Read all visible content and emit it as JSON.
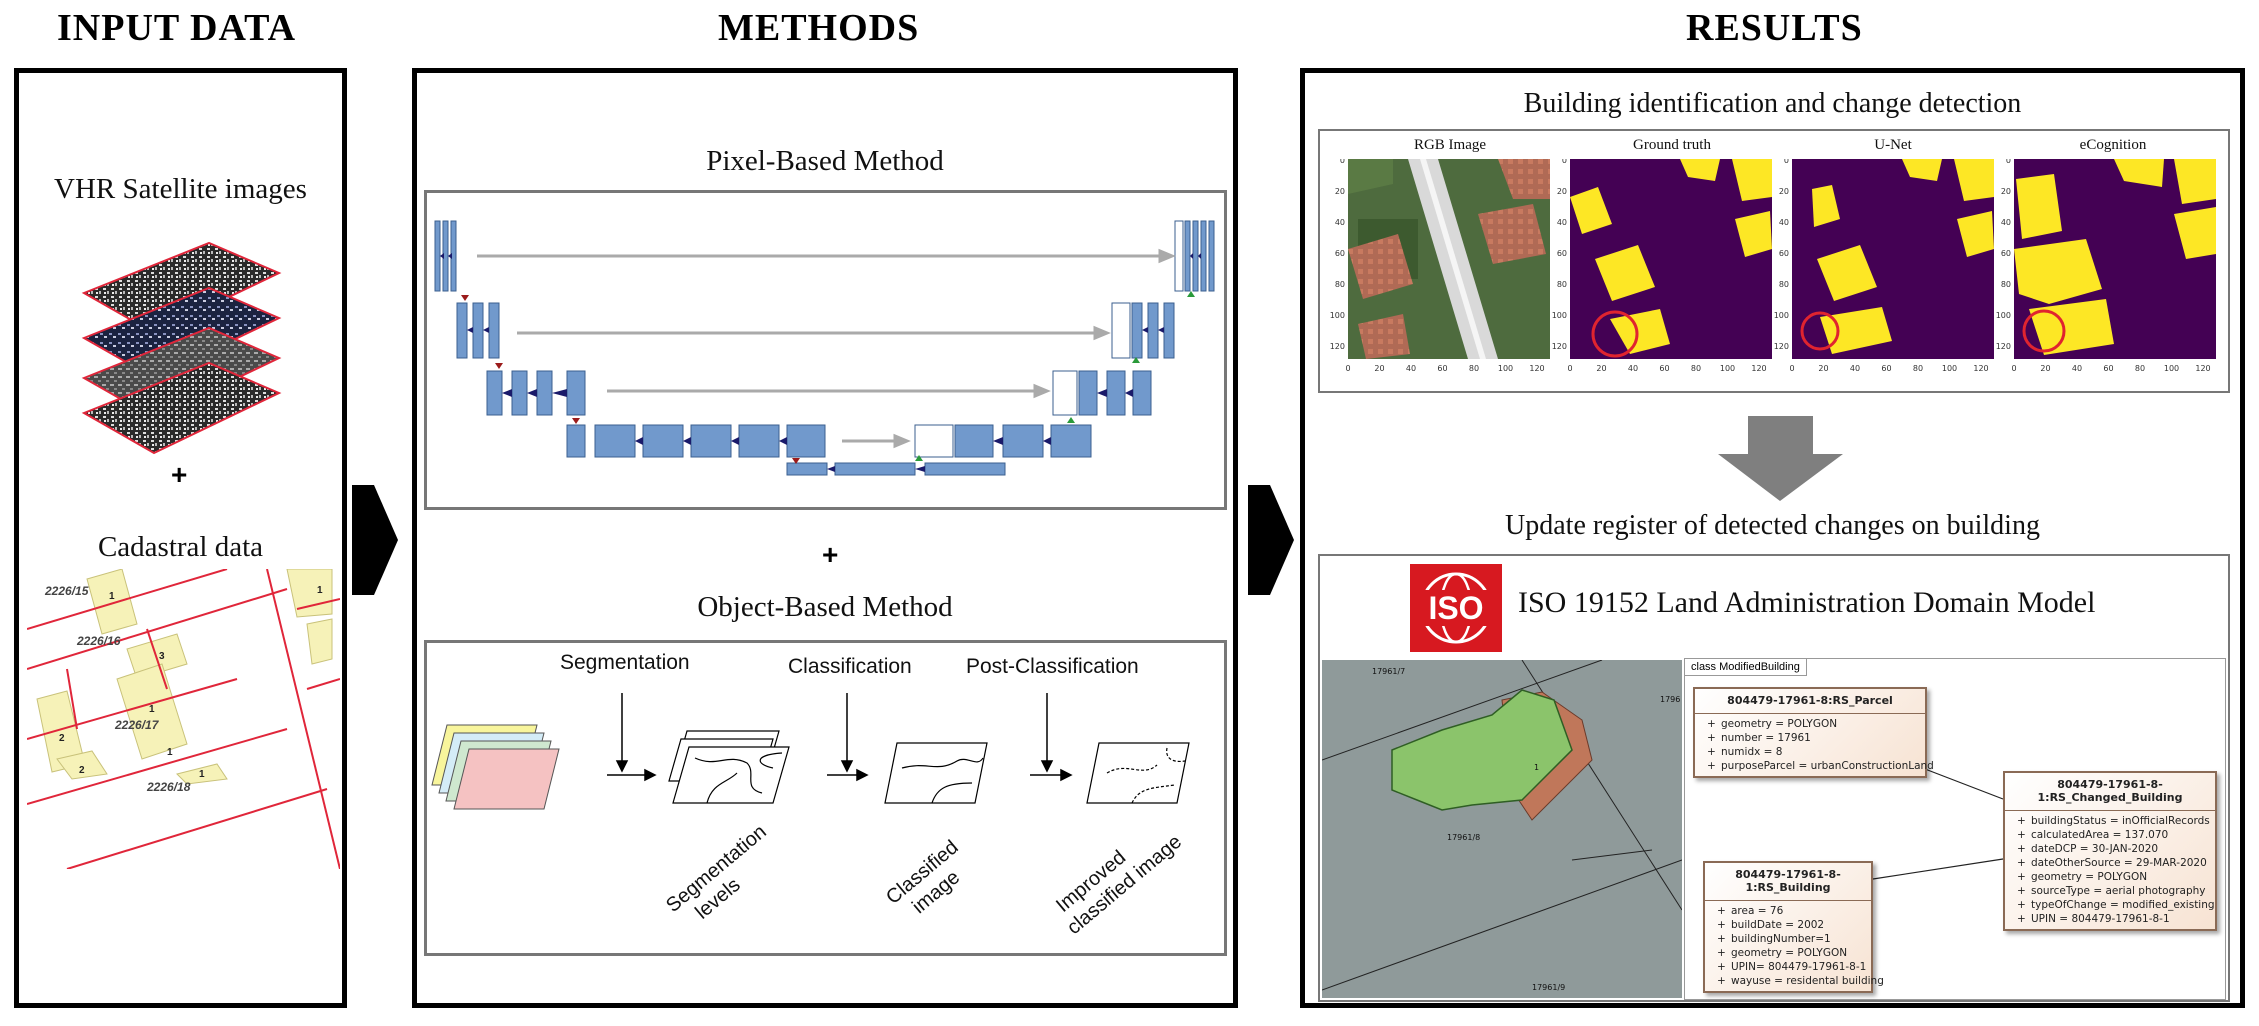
{
  "headers": {
    "input": "INPUT DATA",
    "methods": "METHODS",
    "results": "RESULTS"
  },
  "input": {
    "satellite_label": "VHR Satellite images",
    "plus": "+",
    "cadastral_label": "Cadastral data",
    "parcels": [
      "2226/15",
      "2226/16",
      "2226/17",
      "2226/18"
    ],
    "building_numbers": [
      "1",
      "1",
      "3",
      "1",
      "1",
      "2",
      "2",
      "1"
    ],
    "colors": {
      "parcel_line": "#e0263a",
      "building_fill": "#f6f2b8"
    }
  },
  "methods": {
    "pixel_title": "Pixel-Based Method",
    "plus": "+",
    "object_title": "Object-Based Method",
    "steps": [
      "Segmentation",
      "Classification",
      "Post-Classification"
    ],
    "outputs": [
      "Segmentation levels",
      "Classified image",
      "Improved classified image"
    ],
    "colors": {
      "unet_block": "#7199cc",
      "down_arrow": "#9b1b1b",
      "up_arrow": "#2a9a3a"
    }
  },
  "results": {
    "detection_title": "Building identification and change detection",
    "panels": [
      "RGB Image",
      "Ground truth",
      "U-Net",
      "eCognition"
    ],
    "x_ticks": [
      "0",
      "20",
      "40",
      "60",
      "80",
      "100",
      "120"
    ],
    "y_ticks": [
      "0",
      "20",
      "40",
      "60",
      "80",
      "100",
      "120"
    ],
    "update_title": "Update register of detected changes on building",
    "iso_logo": "ISO",
    "iso_title": "ISO 19152 Land Administration Domain Model",
    "map_labels": [
      "17961/7",
      "17961/8",
      "17961/9",
      "1",
      "1796"
    ],
    "uml_package": "class ModifiedBuilding",
    "uml": {
      "parcel": {
        "name": "804479-17961-8:RS_Parcel",
        "attrs": [
          "geometry = POLYGON",
          "number = 17961",
          "numidx = 8",
          "purposeParcel = urbanConstructionLand"
        ]
      },
      "changed": {
        "name": "804479-17961-8-1:RS_Changed_Building",
        "attrs": [
          "buildingStatus = inOfficialRecords",
          "calculatedArea = 137.070",
          "dateDCP = 30-JAN-2020",
          "dateOtherSource = 29-MAR-2020",
          "geometry = POLYGON",
          "sourceType = aerial photography",
          "typeOfChange = modified_existing",
          "UPIN = 804479-17961-8-1"
        ]
      },
      "building": {
        "name": "804479-17961-8-1:RS_Building",
        "attrs": [
          "area = 76",
          "buildDate = 2002",
          "buildingNumber=1",
          "geometry = POLYGON",
          "UPIN= 804479-17961-8-1",
          "wayuse = residental building"
        ]
      }
    },
    "colors": {
      "bg_purple": "#440154",
      "building_yellow": "#fde725",
      "iso_red": "#d71920",
      "change_circle": "#e0242f"
    }
  }
}
